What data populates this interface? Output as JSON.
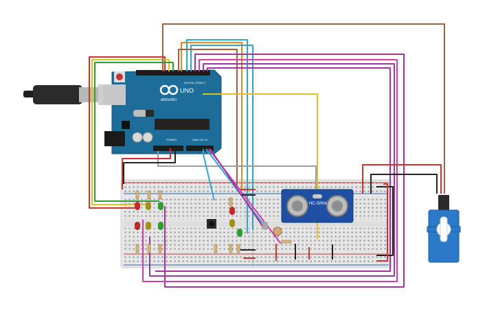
{
  "board": {
    "brand": "ARDUINO",
    "model": "UNO",
    "digital_label": "DIGITAL (PWM~)",
    "power_label": "POWER",
    "analog_label": "ANALOG IN"
  },
  "sensor": {
    "model": "HC-SR04"
  },
  "colors": {
    "board": "#1d6d9a",
    "breadboard": "#e7e7e7",
    "wire_red": "#d0312d",
    "wire_black": "#222222",
    "wire_brown": "#9a6236",
    "wire_purple": "#a231a3",
    "wire_cyan": "#2ea6cf",
    "wire_yellow": "#e3c11c",
    "wire_green": "#2e9c3a",
    "wire_orange": "#e08a1a",
    "wire_grey": "#9c9c9c",
    "wire_magenta": "#d23dab",
    "servo": "#2b79c9",
    "sensor_board": "#1f4fa3"
  },
  "components": {
    "leds": [
      "red",
      "yellow",
      "green",
      "red",
      "yellow",
      "green",
      "red",
      "yellow",
      "green"
    ],
    "icons": [
      "usb-cable-icon",
      "pushbutton-icon",
      "photoresistor-icon",
      "servo-motor-icon",
      "ultrasonic-sensor-icon"
    ]
  }
}
